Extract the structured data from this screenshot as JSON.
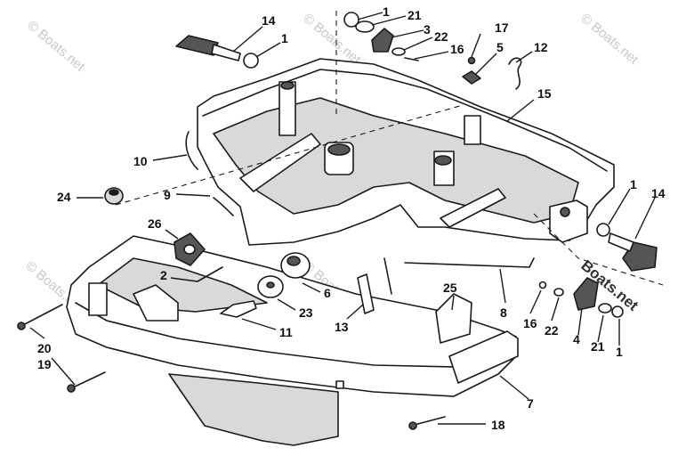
{
  "watermark": {
    "text": "© Boats.net",
    "text_prominent": "Boats.net"
  },
  "callouts": {
    "c1_top": "1",
    "c21_top": "21",
    "c3": "3",
    "c22_top": "22",
    "c17": "17",
    "c16_top": "16",
    "c5": "5",
    "c12": "12",
    "c14_left": "14",
    "c1_left": "1",
    "c15": "15",
    "c10": "10",
    "c9": "9",
    "c24": "24",
    "c26": "26",
    "c2": "2",
    "c1_right": "1",
    "c14_right": "14",
    "c6": "6",
    "c23": "23",
    "c25": "25",
    "c13": "13",
    "c11": "11",
    "c8": "8",
    "c16_bottom": "16",
    "c22_bottom": "22",
    "c4": "4",
    "c21_bottom": "21",
    "c1_bottom": "1",
    "c20": "20",
    "c19": "19",
    "c7": "7",
    "c18": "18"
  }
}
